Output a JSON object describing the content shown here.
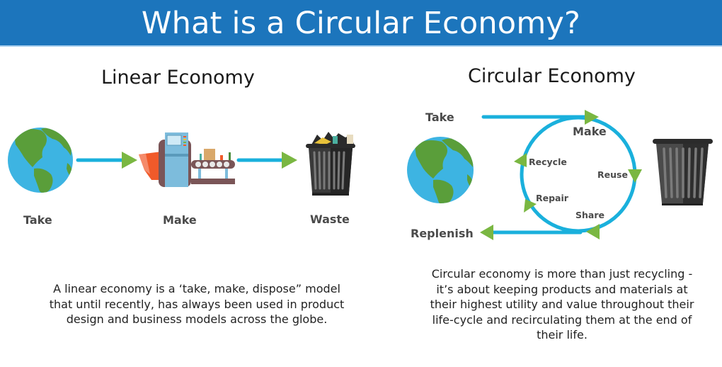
{
  "header": {
    "title": "What is a Circular Economy?"
  },
  "linear": {
    "title": "Linear Economy",
    "steps": [
      {
        "label": "Take",
        "icon": "globe-icon"
      },
      {
        "label": "Make",
        "icon": "factory-machine-icon"
      },
      {
        "label": "Waste",
        "icon": "full-trash-can-icon"
      }
    ],
    "description": "A linear economy is a ‘take, make, dispose” model that until recently, has always been used in product design and business models across the globe."
  },
  "circular": {
    "title": "Circular Economy",
    "inflow_label": "Take",
    "outflow_label": "Replenish",
    "cycle_labels": [
      "Make",
      "Reuse",
      "Share",
      "Repair",
      "Recycle"
    ],
    "icons": [
      "globe-icon",
      "empty-trash-can-icon"
    ],
    "description": "Circular economy is more than just recycling - it’s about keeping products and materials at their highest utility and value throughout their life-cycle and recirculating them at the end of their life."
  },
  "colors": {
    "header_bg": "#1c75bc",
    "flow_line": "#1ab0dc",
    "arrow_head": "#7ab742",
    "globe_ocean": "#3db4e2",
    "globe_land": "#5a9e3a",
    "trash_dark": "#2b2b2b",
    "trash_mid": "#4a4a4a",
    "label_text": "#4a4a4a"
  }
}
